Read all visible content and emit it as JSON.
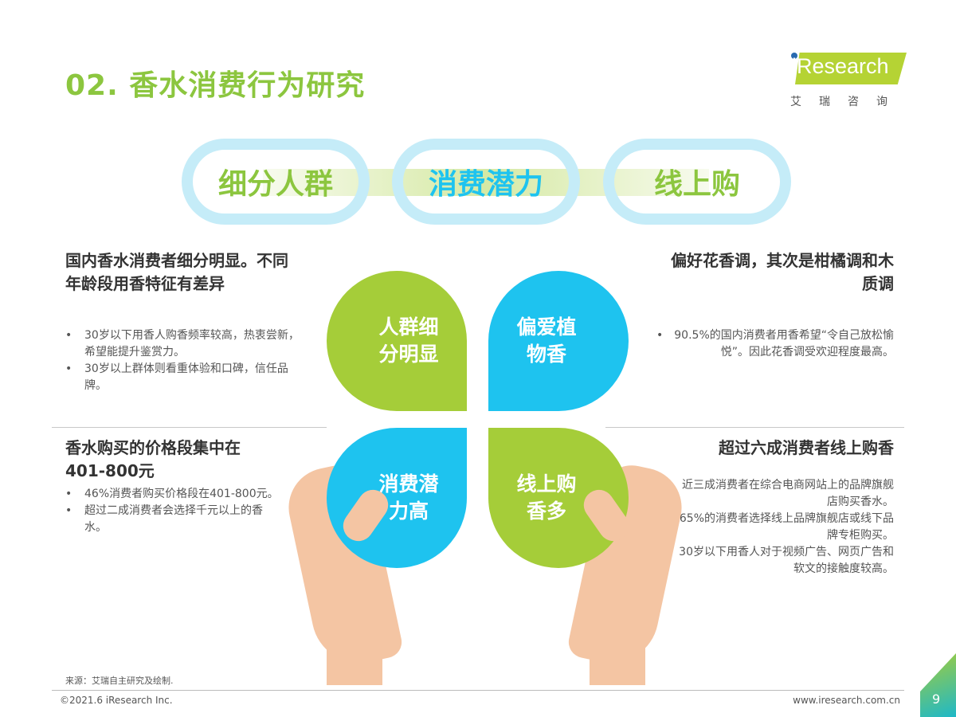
{
  "title": "02. 香水消费行为研究",
  "logo": {
    "word": "iResearch",
    "cn": "艾瑞咨询"
  },
  "keywords": [
    "细分人群",
    "消费潜力",
    "线上购"
  ],
  "petals": [
    "人群细分明显",
    "偏爱植物香",
    "消费潜力高",
    "线上购香多"
  ],
  "sections": [
    {
      "heading": "国内香水消费者细分明显。不同年龄段用香特征有差异",
      "bullets": [
        "30岁以下用香人购香频率较高，热衷尝新，希望能提升鉴赏力。",
        "30岁以上群体则看重体验和口碑，信任品牌。"
      ]
    },
    {
      "heading": "偏好花香调，其次是柑橘调和木质调",
      "bullets": [
        "90.5%的国内消费者用香希望“令自己放松愉悦”。因此花香调受欢迎程度最高。"
      ]
    },
    {
      "heading": "香水购买的价格段集中在401-800元",
      "bullets": [
        "46%消费者购买价格段在401-800元。",
        "超过二成消费者会选择千元以上的香水。"
      ]
    },
    {
      "heading": "超过六成消费者线上购香",
      "bullets": [
        "近三成消费者在综合电商网站上的品牌旗舰店购买香水。",
        "65%的消费者选择线上品牌旗舰店或线下品牌专柜购买。",
        "30岁以下用香人对于视频广告、网页广告和软文的接触度较高。"
      ]
    }
  ],
  "footer": {
    "source": "来源：艾瑞自主研究及绘制.",
    "copyright": "©2021.6 iResearch Inc.",
    "url": "www.iresearch.com.cn",
    "page": "9"
  },
  "colors": {
    "green": "#8cc63f",
    "blue": "#1ec3ef",
    "skin": "#f4c5a3"
  }
}
